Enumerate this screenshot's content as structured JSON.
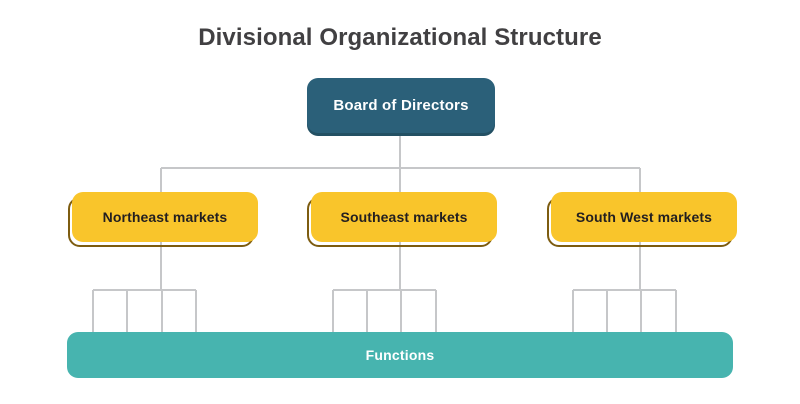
{
  "page": {
    "title": "Divisional Organizational Structure",
    "background": "#ffffff",
    "title_color": "#414042"
  },
  "chart_data": {
    "type": "diagram",
    "diagram_type": "organizational-chart",
    "title": "Divisional Organizational Structure",
    "levels": [
      {
        "level": 1,
        "nodes": [
          {
            "id": "board",
            "label": "Board of Directors",
            "fill": "#2b6079",
            "text_color": "#ffffff"
          }
        ]
      },
      {
        "level": 2,
        "nodes": [
          {
            "id": "northeast",
            "label": "Northeast markets",
            "fill": "#f9c52b",
            "outline": "#7d5c10",
            "text_color": "#231f20"
          },
          {
            "id": "southeast",
            "label": "Southeast markets",
            "fill": "#f9c52b",
            "outline": "#7d5c10",
            "text_color": "#231f20"
          },
          {
            "id": "southwest",
            "label": "South West markets",
            "fill": "#f9c52b",
            "outline": "#7d5c10",
            "text_color": "#231f20"
          }
        ]
      },
      {
        "level": 3,
        "nodes": [
          {
            "id": "functions",
            "label": "Functions",
            "fill": "#47b4af",
            "text_color": "#ffffff"
          }
        ]
      }
    ],
    "edges": [
      {
        "from": "board",
        "to": "northeast"
      },
      {
        "from": "board",
        "to": "southeast"
      },
      {
        "from": "board",
        "to": "southwest"
      },
      {
        "from": "northeast",
        "to": "functions",
        "branches": 4
      },
      {
        "from": "southeast",
        "to": "functions",
        "branches": 4
      },
      {
        "from": "southwest",
        "to": "functions",
        "branches": 4
      }
    ],
    "connector_color": "#c6c7c9"
  },
  "board": {
    "label": "Board of Directors"
  },
  "divisions": [
    {
      "label": "Northeast markets"
    },
    {
      "label": "Southeast markets"
    },
    {
      "label": "South West markets"
    }
  ],
  "functions": {
    "label": "Functions"
  }
}
